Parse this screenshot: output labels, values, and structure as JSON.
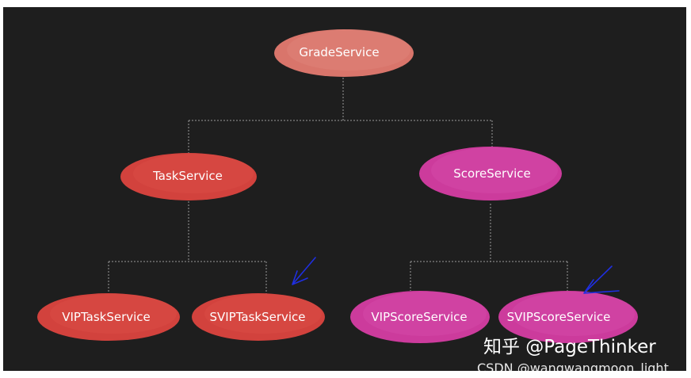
{
  "diagram": {
    "root": {
      "label": "GradeService",
      "color": "#d9756b"
    },
    "children": [
      {
        "label": "TaskService",
        "color": "#d2423d",
        "children": [
          {
            "label": "VIPTaskService",
            "color": "#d2423d"
          },
          {
            "label": "SVIPTaskService",
            "color": "#d2423d"
          }
        ]
      },
      {
        "label": "ScoreService",
        "color": "#cc3b9c",
        "children": [
          {
            "label": "VIPScoreService",
            "color": "#cc3b9c"
          },
          {
            "label": "SVIPScoreService",
            "color": "#cc3b9c"
          }
        ]
      }
    ],
    "connector_color": "#9a9a9a",
    "annotation_arrow_color": "#1f2fe0",
    "background": "#1e1e1e"
  },
  "watermark": {
    "zhihu": "知乎 @PageThinker",
    "csdn": "CSDN @wangwangmoon_light"
  }
}
